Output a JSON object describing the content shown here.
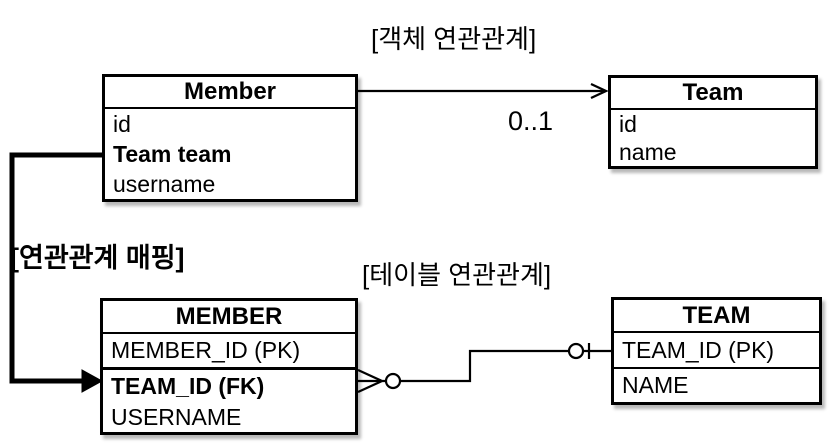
{
  "titles": {
    "object_relation": "[객체 연관관계]",
    "mapping": "[연관관계 매핑]",
    "table_relation": "[테이블 연관관계]"
  },
  "object_diagram": {
    "multiplicity": "0..1",
    "member": {
      "title": "Member",
      "fields": [
        "id",
        "Team team",
        "username"
      ]
    },
    "team": {
      "title": "Team",
      "fields": [
        "id",
        "name"
      ]
    }
  },
  "table_diagram": {
    "member": {
      "title": "MEMBER",
      "columns": [
        "MEMBER_ID (PK)",
        "TEAM_ID (FK)",
        "USERNAME"
      ]
    },
    "team": {
      "title": "TEAM",
      "columns": [
        "TEAM_ID (PK)",
        "NAME"
      ]
    }
  },
  "colors": {
    "line": "#000000",
    "box_fill": "#ffffff",
    "background": "#ffffff"
  }
}
